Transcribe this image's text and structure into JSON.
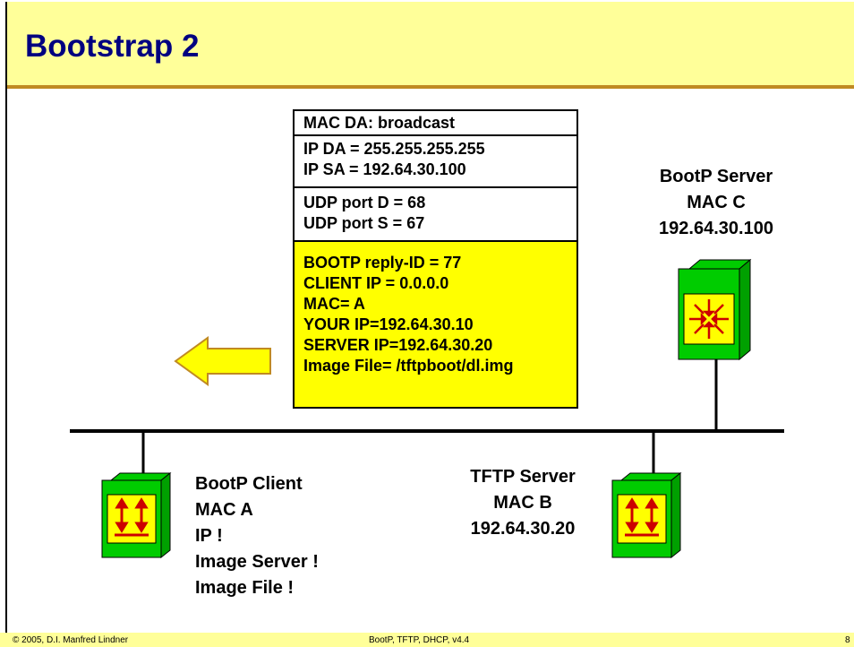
{
  "title": "Bootstrap 2",
  "footer": {
    "left": "© 2005, D.I. Manfred Lindner",
    "center": "BootP, TFTP, DHCP, v4.4",
    "right": "8"
  },
  "packet": {
    "mac_section": [
      "MAC DA: broadcast"
    ],
    "ip_section": [
      "IP DA = 255.255.255.255",
      "IP SA = 192.64.30.100"
    ],
    "udp_section": [
      "UDP port D = 68",
      "UDP port S = 67"
    ],
    "bootp_section": [
      "BOOTP reply-ID = 77",
      "CLIENT IP = 0.0.0.0",
      "MAC= A",
      "YOUR IP=192.64.30.10",
      "SERVER IP=192.64.30.20",
      "Image File= /tftpboot/dl.img"
    ]
  },
  "bootp_server": [
    "BootP Server",
    "MAC C",
    "192.64.30.100"
  ],
  "bootp_client": [
    "BootP Client",
    "MAC A",
    "IP !",
    "Image Server !",
    "Image File !"
  ],
  "tftp_server": [
    "TFTP Server",
    "MAC B",
    "192.64.30.20"
  ],
  "colors": {
    "title_bg": "#FFFF99",
    "title_text": "#000080",
    "accent_line": "#C08A22",
    "bootp_fill": "#FFFF00",
    "device_green": "#00CC00",
    "device_red": "#CC0000"
  },
  "icons": {
    "arrow": "left-arrow-icon",
    "server": "router-star-icon",
    "host": "up-down-arrows-icon"
  }
}
